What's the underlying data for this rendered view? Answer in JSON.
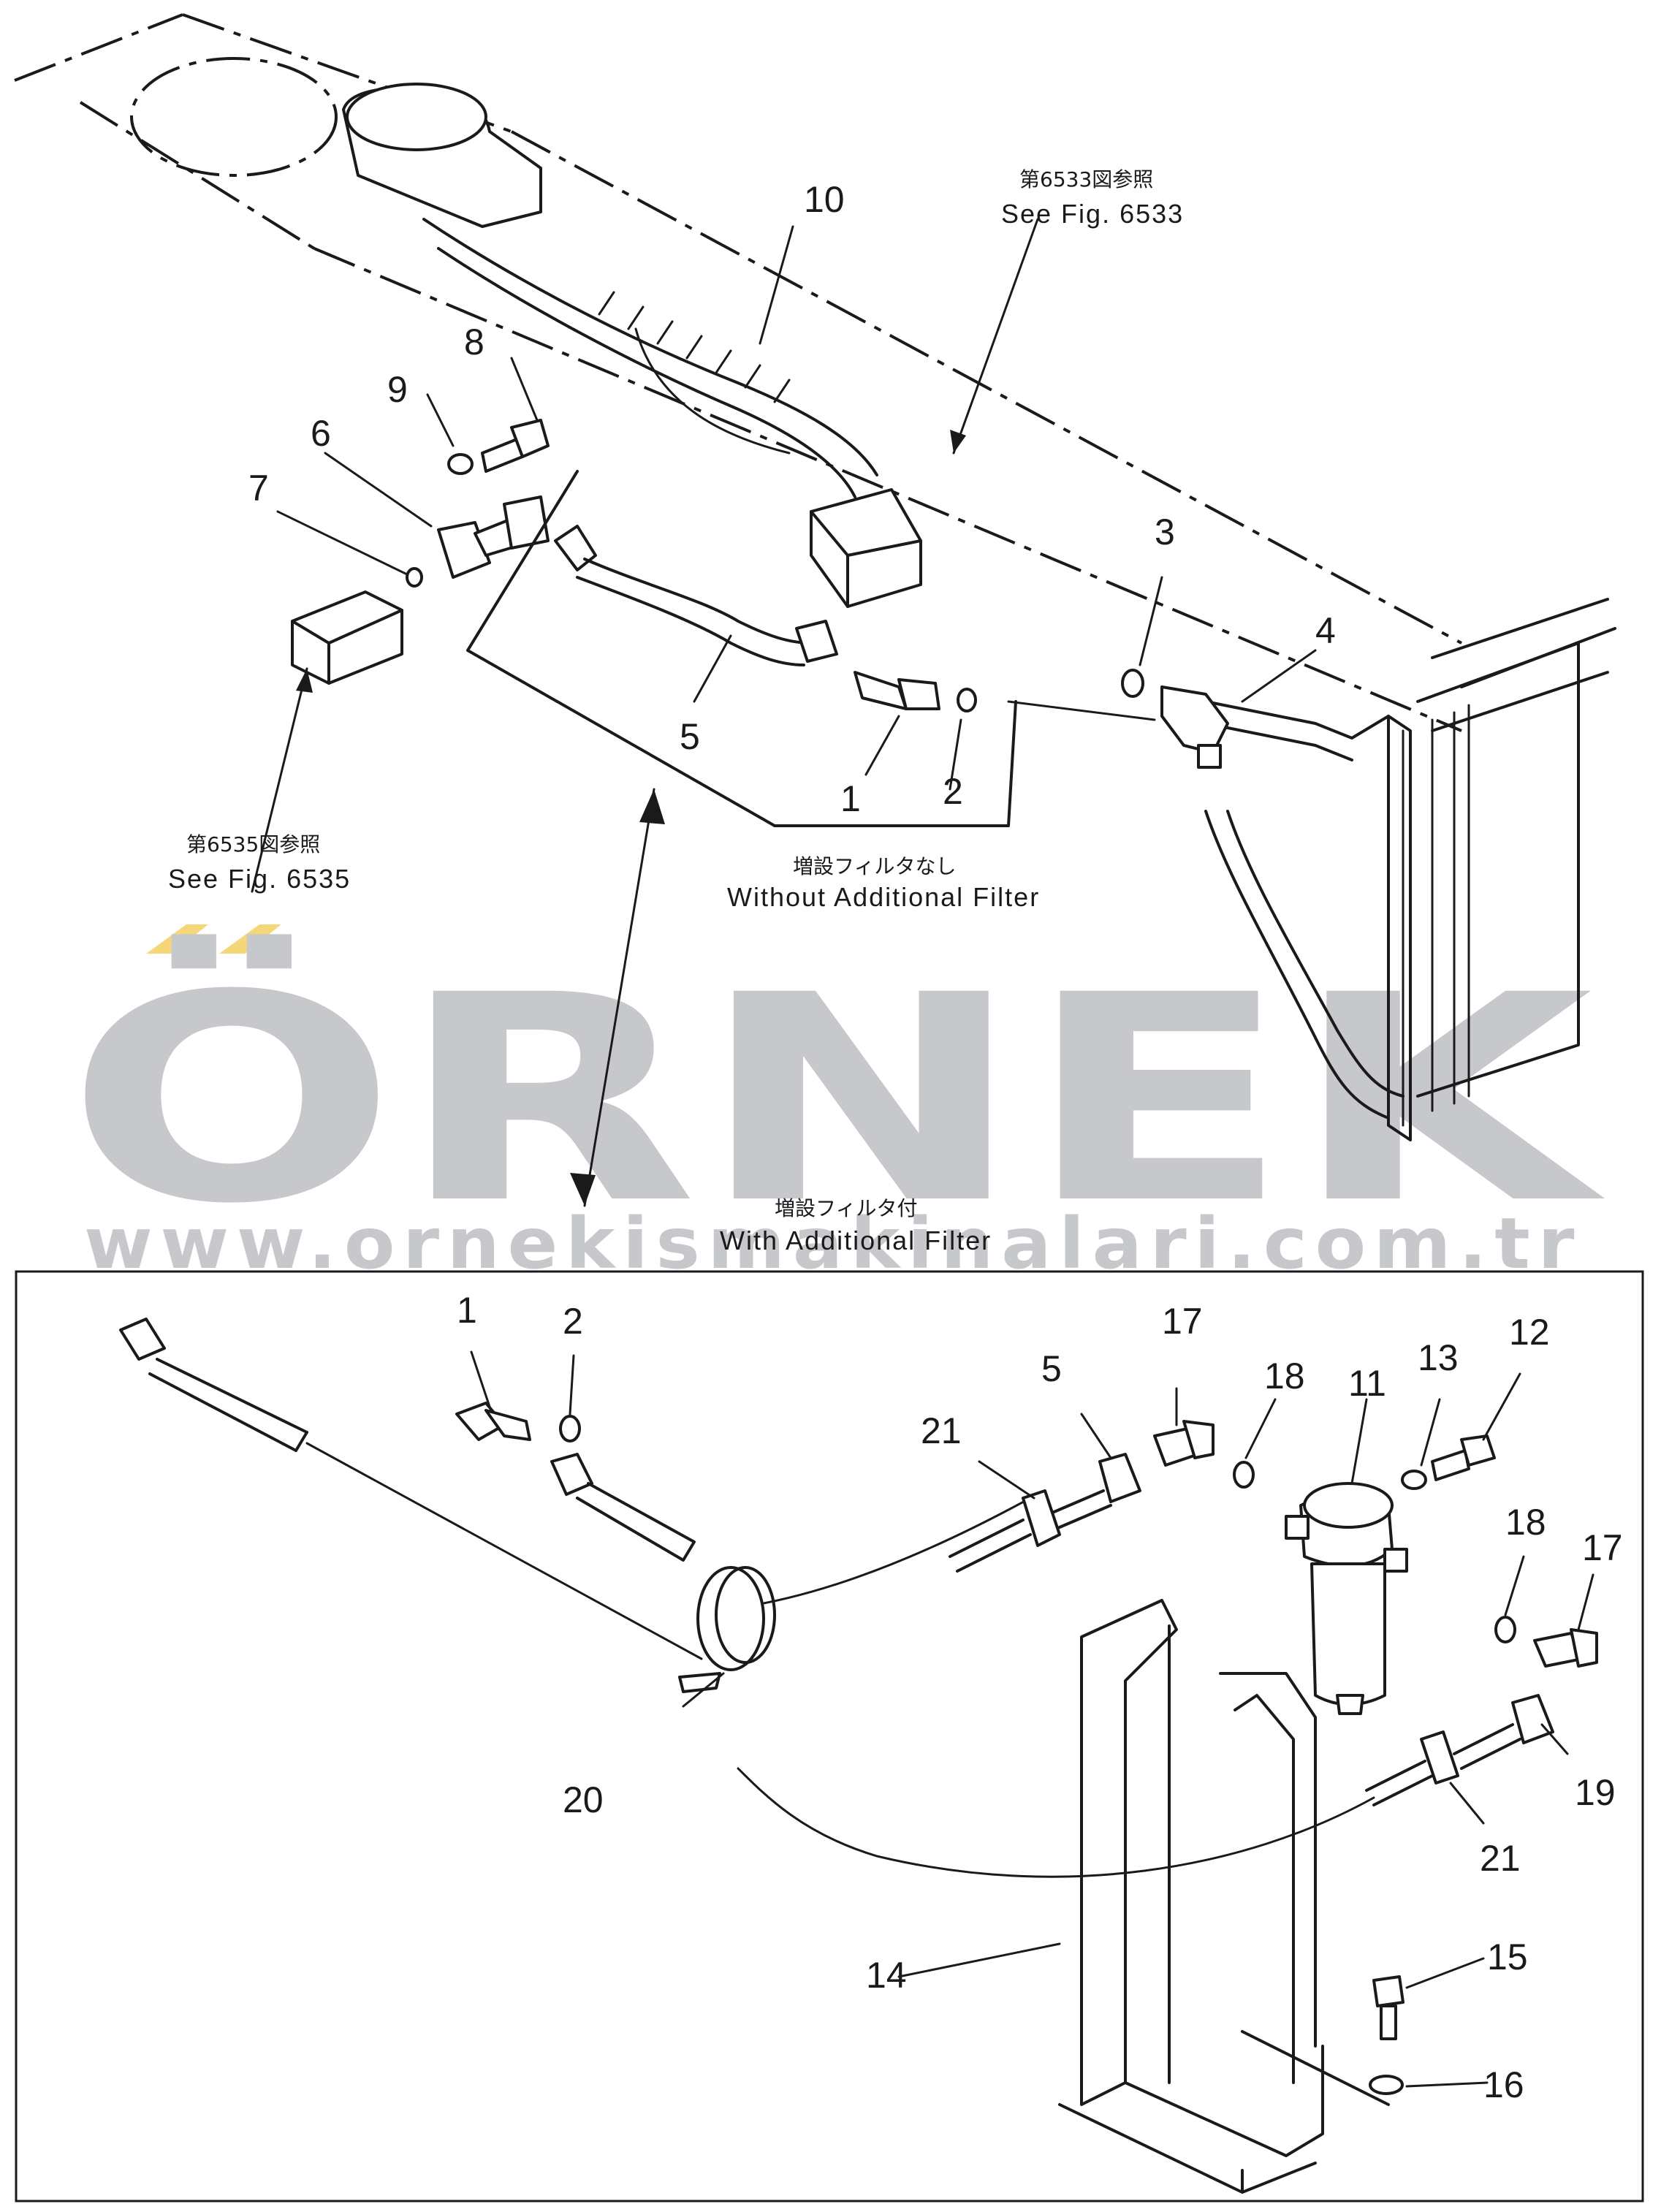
{
  "references": {
    "fig6533_jp": "第6533図参照",
    "fig6533_en": "See Fig. 6533",
    "fig6535_jp": "第6535図参照",
    "fig6535_en": "See Fig. 6535"
  },
  "variants": {
    "without_jp": "増設フィルタなし",
    "without_en": "Without Additional Filter",
    "with_jp": "増設フィルタ付",
    "with_en": "With Additional Filter"
  },
  "watermark": {
    "logo": "ÖRNEK",
    "url": "www.ornekismakinalari.com.tr",
    "accent_color": "#f5d77a",
    "gray_color": "#c7c8cc"
  },
  "callouts_top": [
    "10",
    "8",
    "9",
    "6",
    "7",
    "5",
    "1",
    "2",
    "3",
    "4"
  ],
  "callouts_bottom": [
    "1",
    "2",
    "17",
    "18",
    "11",
    "13",
    "12",
    "21",
    "5",
    "18",
    "17",
    "19",
    "21",
    "20",
    "14",
    "15",
    "16"
  ]
}
